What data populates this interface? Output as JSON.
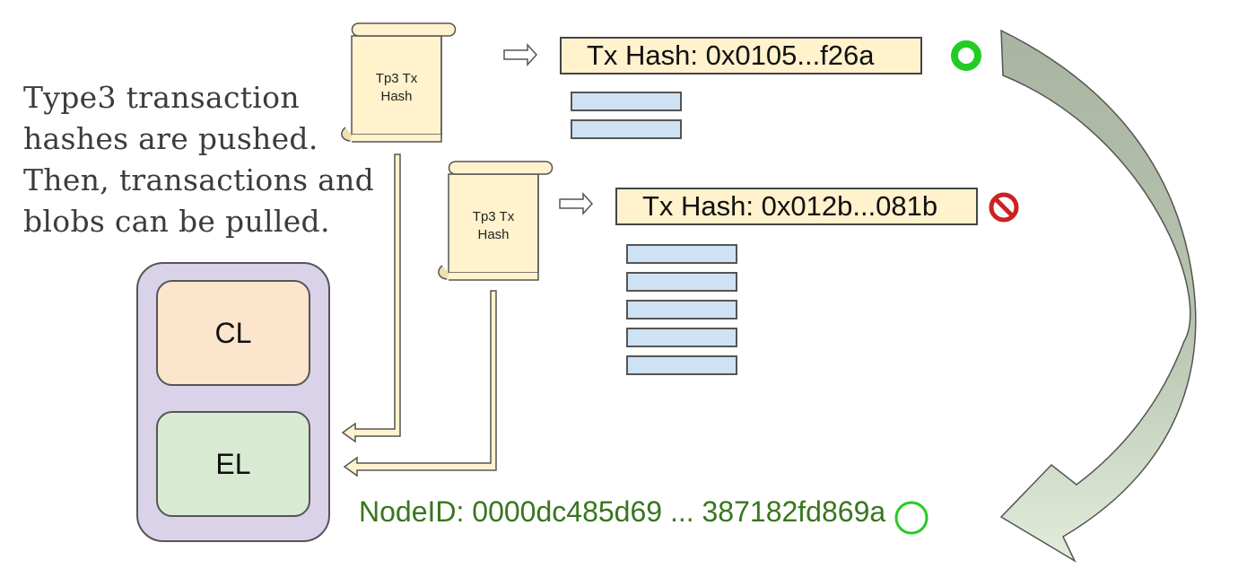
{
  "caption": {
    "line1": "Type3 transaction",
    "line2": "hashes are pushed.",
    "line3": "Then, transactions and",
    "line4": "blobs can be pulled."
  },
  "scrolls": [
    {
      "line1": "Tp3 Tx",
      "line2": "Hash"
    },
    {
      "line1": "Tp3 Tx",
      "line2": "Hash"
    }
  ],
  "tx_hashes": [
    {
      "text": "Tx Hash: 0x0105...f26a",
      "status": "accepted",
      "status_icon": "green-ring-icon",
      "blob_count": 2
    },
    {
      "text": "Tx Hash: 0x012b...081b",
      "status": "rejected",
      "status_icon": "red-prohibited-icon",
      "blob_count": 5
    }
  ],
  "node": {
    "cl_label": "CL",
    "el_label": "EL"
  },
  "node_id": "NodeID: 0000dc485d69 ... 387182fd869a",
  "colors": {
    "hash_fill": "#fff2cc",
    "blob_fill": "#cfe2f3",
    "node_fill": "#d9d2e9",
    "cl_fill": "#fce5cd",
    "el_fill": "#d9ead3",
    "node_id_text": "#38761d",
    "highlight_ring": "#22cc22",
    "reject_red": "#cc2222",
    "curve_arrow_top": "#a9b5a1",
    "curve_arrow_bottom": "#dde8d6"
  }
}
